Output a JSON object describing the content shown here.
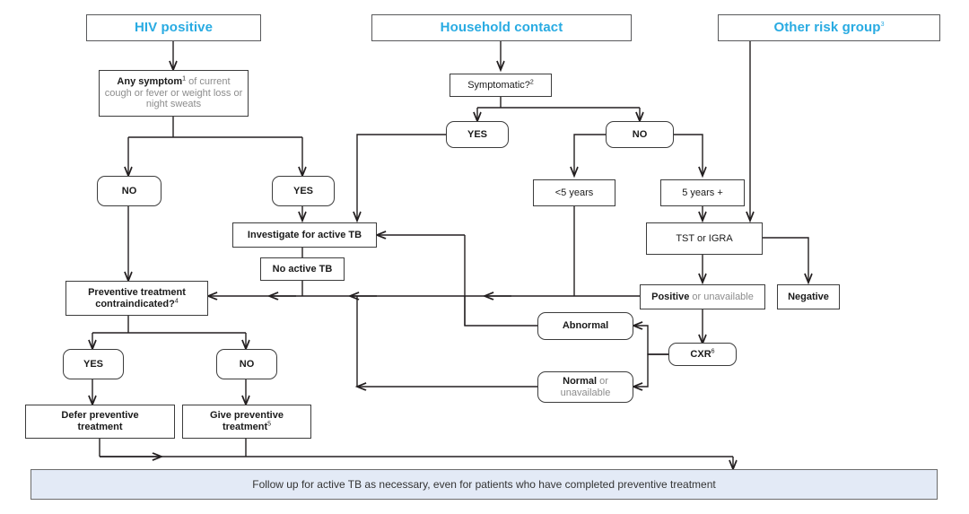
{
  "diagram": {
    "title": "TB preventive treatment algorithm",
    "accent_color": "#29abe2",
    "banner_fill": "#e3eaf6",
    "line_color": "#231f20"
  },
  "headers": [
    {
      "id": "hiv",
      "label": "HIV positive"
    },
    {
      "id": "household",
      "label": "Household contact"
    },
    {
      "id": "other_risk",
      "label": "Other risk group",
      "sup": "3"
    }
  ],
  "nodes": {
    "any_symptom": {
      "bold": "Any symptom",
      "sup": "1",
      "rest": " of current cough or fever or weight loss or night sweats"
    },
    "hiv_no": {
      "label": "NO"
    },
    "hiv_yes": {
      "label": "YES"
    },
    "symptomatic": {
      "label": "Symptomatic?",
      "sup": "2"
    },
    "sym_yes": {
      "label": "YES"
    },
    "sym_no": {
      "label": "NO"
    },
    "under5": {
      "label": "<5 years"
    },
    "over5": {
      "label": "5 years +"
    },
    "tst_igra": {
      "label": "TST or IGRA"
    },
    "positive": {
      "bold": "Positive",
      "rest": " or unavailable"
    },
    "negative": {
      "label": "Negative"
    },
    "cxr": {
      "label": "CXR",
      "sup": "6"
    },
    "abnormal": {
      "label": "Abnormal"
    },
    "normal": {
      "bold": "Normal",
      "rest": " or unavailable"
    },
    "investigate": {
      "label": "Investigate for active TB"
    },
    "no_active_tb": {
      "label": "No active TB"
    },
    "contraindicated": {
      "line1": "Preventive treatment",
      "line2": "contraindicated?",
      "sup": "4"
    },
    "ct_yes": {
      "label": "YES"
    },
    "ct_no": {
      "label": "NO"
    },
    "defer": {
      "line1": "Defer preventive",
      "line2": "treatment"
    },
    "give": {
      "line1": "Give preventive",
      "line2": "treatment",
      "sup": "5"
    }
  },
  "banner": {
    "label": "Follow up for active TB as necessary, even for patients who have completed preventive treatment"
  }
}
